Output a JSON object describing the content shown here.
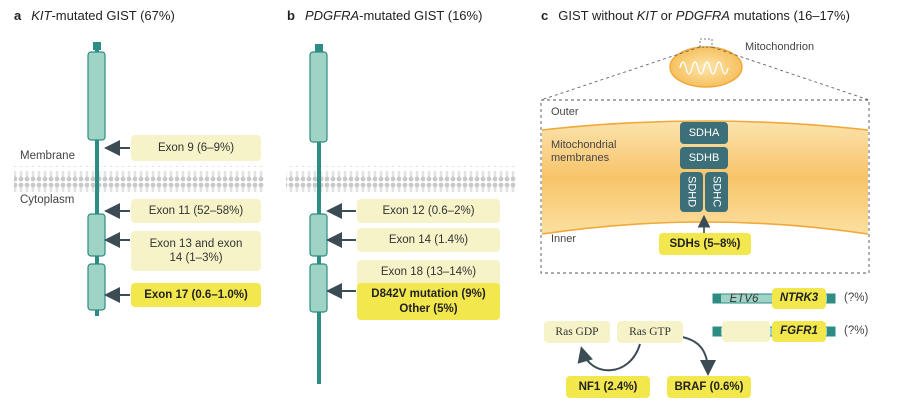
{
  "panel_a": {
    "letter": "a",
    "title_gene": "KIT",
    "title_rest": "-mutated GIST (67%)",
    "membrane_label": "Membrane",
    "cytoplasm_label": "Cytoplasm",
    "exons": [
      "Exon 9 (6–9%)",
      "Exon 11 (52–58%)",
      "Exon 13 and exon 14 (1–3%)",
      "Exon 17 (0.6–1.0%)"
    ]
  },
  "panel_b": {
    "letter": "b",
    "title_gene": "PDGFRA",
    "title_rest": "-mutated GIST (16%)",
    "exons": [
      "Exon 12 (0.6–2%)",
      "Exon 14 (1.4%)",
      "Exon 18 (13–14%)"
    ],
    "highlight_line1": "D842V mutation (9%)",
    "highlight_line2": "Other (5%)"
  },
  "panel_c": {
    "letter": "c",
    "title_pre": "GIST without ",
    "title_gene1": "KIT",
    "title_mid": " or ",
    "title_gene2": "PDGFRA",
    "title_post": " mutations (16–17%)",
    "mitochondrion_label": "Mitochondrion",
    "outer_label": "Outer",
    "mito_membranes_label_1": "Mitochondrial",
    "mito_membranes_label_2": "membranes",
    "inner_label": "Inner",
    "sdha": "SDHA",
    "sdhb": "SDHB",
    "sdhd": "SDHD",
    "sdhc": "SDHC",
    "sdhs": "SDHs (5–8%)",
    "etv6": "ETV6",
    "ntrk3": "NTRK3",
    "fgfr1": "FGFR1",
    "fusion_pct_1": "(?%)",
    "fusion_pct_2": "(?%)",
    "ras_gdp": "Ras GDP",
    "ras_gtp": "Ras GTP",
    "nf1": "NF1 (2.4%)",
    "braf": "BRAF (0.6%)"
  },
  "colors": {
    "receptor": "#9fd3c6",
    "receptor_dark": "#2d8c83",
    "box_light": "#f6f3c8",
    "box_highlight": "#f2e84e",
    "sdh": "#3d6f78",
    "membrane_orange": "#f8c46a"
  }
}
